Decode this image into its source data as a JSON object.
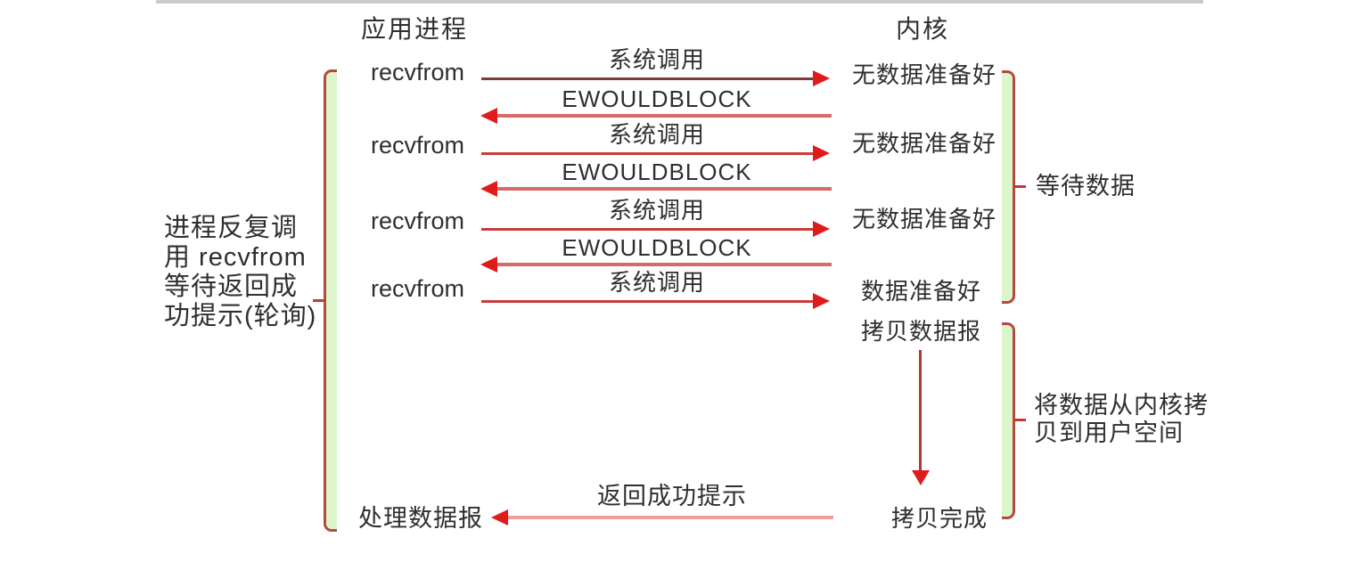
{
  "diagram": {
    "title_semantic": "non-blocking IO polling model",
    "headers": {
      "left": "应用进程",
      "right": "内核"
    },
    "labels": {
      "recvfrom": "recvfrom",
      "syscall": "系统调用",
      "ewouldblock": "EWOULDBLOCK",
      "no_data_ready": "无数据准备好",
      "data_ready": "数据准备好",
      "copy_datagram": "拷贝数据报",
      "copy_complete": "拷贝完成",
      "process_datagram": "处理数据报",
      "return_success": "返回成功提示"
    },
    "annotations": {
      "left_note_lines": [
        "进程反复调",
        "用 recvfrom",
        "等待返回成",
        "功提示(轮询)"
      ],
      "wait_data": "等待数据",
      "copy_note_lines": [
        "将数据从内核拷",
        "贝到用户空间"
      ]
    },
    "colors": {
      "bracket_fill": "#dcf5cb",
      "bracket_border": "#b34a3f",
      "first_syscall_arrow": "#7d3c3c",
      "syscall_arrow": "#cc3b3b",
      "ewouldblock_arrow": "#d76a68",
      "return_arrow": "#ef9d97",
      "down_arrow": "#b03a34",
      "arrowhead": "#e01b1b",
      "text": "#2f2f2f"
    }
  }
}
